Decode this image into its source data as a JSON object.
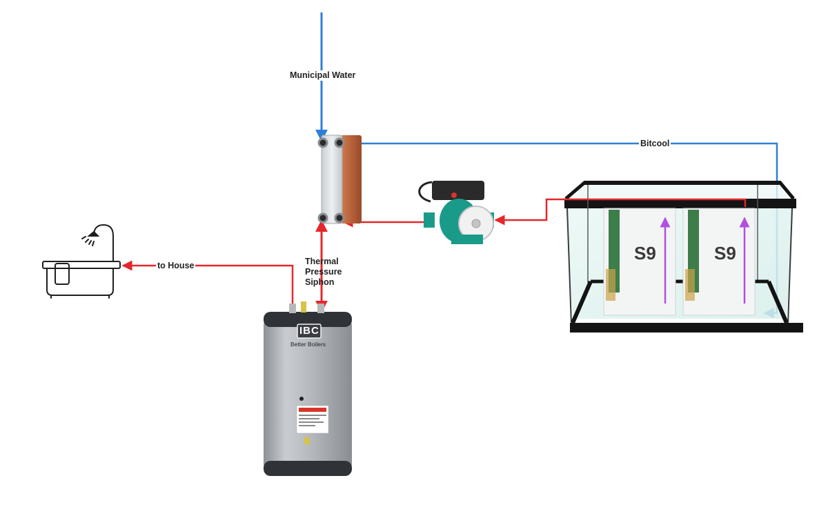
{
  "labels": {
    "municipal_water": "Municipal Water",
    "bitcool": "Bitcool",
    "to_house": "to House",
    "siphon_line1": "Thermal",
    "siphon_line2": "Pressure",
    "siphon_line3": "Siphon"
  },
  "miners": [
    {
      "label": "S9"
    },
    {
      "label": "S9"
    }
  ],
  "boiler": {
    "logo": "IBC",
    "brand": "Better Boilers"
  },
  "colors": {
    "cold_pipe": "#2e7fd6",
    "hot_pipe": "#e5262a",
    "airflow_arrow": "#b04fe0",
    "tank_frame": "#141414",
    "pump_body": "#1a9b8a",
    "heat_exchanger_copper": "#b8613a"
  },
  "icons": [
    "bathtub-icon",
    "shower-icon",
    "heat-exchanger-icon",
    "circulator-pump-icon",
    "water-heater-icon",
    "immersion-tank-icon"
  ]
}
